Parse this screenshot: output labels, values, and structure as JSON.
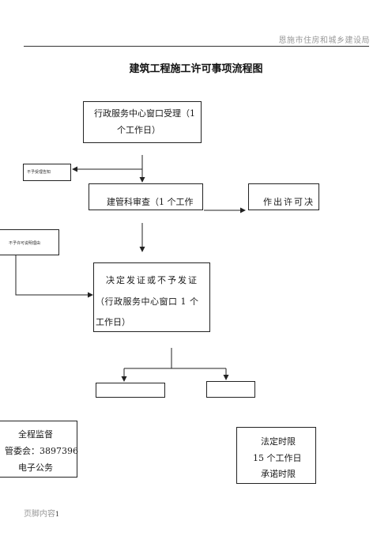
{
  "header": {
    "org": "恩施市住房和城乡建设局"
  },
  "title": "建筑工程施工许可事项流程图",
  "flow": {
    "step1": {
      "line1": "行政服务中心窗口受理（1",
      "line2": "个工作日）"
    },
    "side_small_1": "不予受理告知",
    "step2": "建管科审查（1 个工作",
    "step2_right": "作出许可决",
    "side_small_2": "不予许可说明理由",
    "step3": {
      "line1": "决定发证或不予发证",
      "line2": "（行政服务中心窗口 1 个",
      "line3": "工作日）"
    }
  },
  "supervision": {
    "line1": "全程监督",
    "line2": "管委会：3897396",
    "line3": "电子公务"
  },
  "time_limit": {
    "line1": "法定时限",
    "line2": "15 个工作日",
    "line3": "承诺时限"
  },
  "footer": {
    "label": "页脚内容",
    "page": "1"
  }
}
